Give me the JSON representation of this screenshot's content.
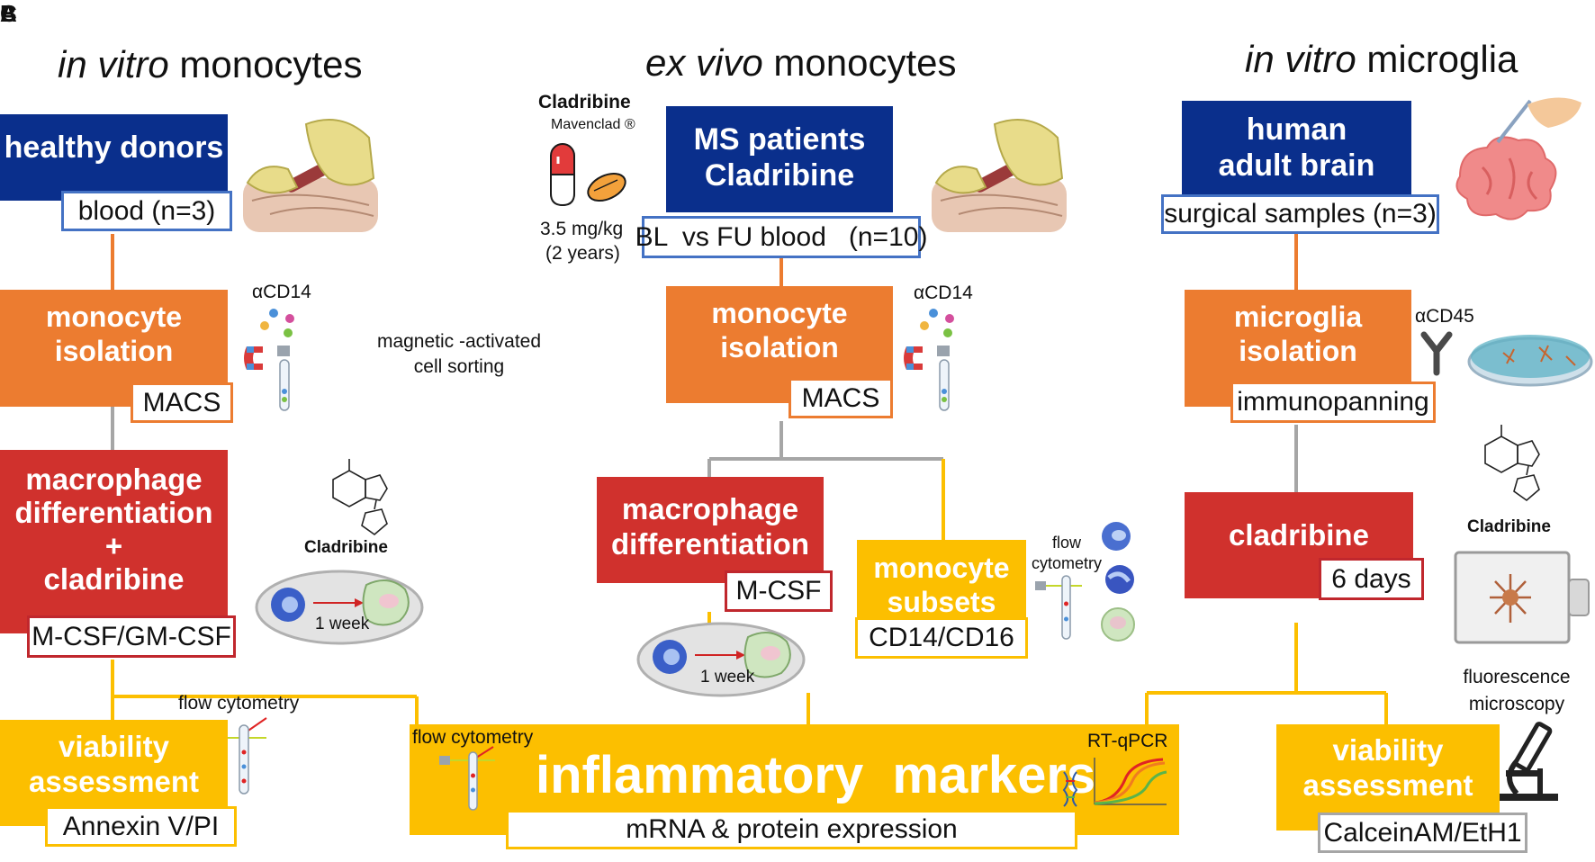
{
  "panel_letters": [
    "A",
    "B",
    "C"
  ],
  "panelA": {
    "title_italic": "in vitro",
    "title_rest": "monocytes",
    "source": "healthy donors",
    "source_tag": "blood (n=3)",
    "isolation": "monocyte isolation",
    "isolation_tag": "MACS",
    "antibody": "αCD14",
    "macs_note": "magnetic -activated cell sorting",
    "treatment_lines": [
      "macrophage",
      "differentiation",
      "+",
      "cladribine"
    ],
    "treatment_tag": "M-CSF/GM-CSF",
    "drug_label": "Cladribine",
    "duration": "1 week",
    "method": "flow cytometry",
    "readout": "viability assessment",
    "readout_tag": "Annexin V/PI"
  },
  "panelB": {
    "title_italic": "ex vivo",
    "title_rest": "monocytes",
    "drug_name": "Cladribine",
    "drug_brand": "Mavenclad ®",
    "dose": "3.5 mg/kg",
    "dose_period": "(2 years)",
    "source_lines": [
      "MS patients",
      "Cladribine"
    ],
    "source_tag": "BL  vs FU blood   (n=10)",
    "isolation": "monocyte isolation",
    "isolation_tag": "MACS",
    "antibody": "αCD14",
    "treatment_lines": [
      "macrophage",
      "differentiation"
    ],
    "treatment_tag": "M-CSF",
    "duration": "1 week",
    "subsets": "monocyte subsets",
    "subsets_tag": "CD14/CD16",
    "subsets_method": "flow cytometry"
  },
  "panelC": {
    "title_italic": "in vitro",
    "title_rest": "microglia",
    "source": "human adult brain",
    "source_tag": "surgical samples (n=3)",
    "isolation": "microglia isolation",
    "isolation_tag": "immunopanning",
    "antibody": "αCD45",
    "treatment": "cladribine",
    "treatment_tag": "6 days",
    "drug_label": "Cladribine",
    "method": "fluorescence microscopy",
    "readout": "viability assessment",
    "readout_tag": "CalceinAM/EtH1"
  },
  "shared": {
    "readout": "inflammatory  markers",
    "readout_tag": "mRNA & protein expression",
    "method_left": "flow cytometry",
    "method_right": "RT-qPCR"
  },
  "colors": {
    "blue": "#0a2f8c",
    "orange": "#ec7c30",
    "red": "#d0312d",
    "yellow": "#fcbf00",
    "gray_line": "#a6a6a6"
  },
  "icons": [
    "blood-draw-illustration-icon",
    "magnet-sorting-icon",
    "cladribine-molecule-icon",
    "petri-dish-differentiation-icon",
    "flow-cytometry-icon",
    "pill-capsule-icon",
    "cell-subset-icon",
    "brain-scalpel-icon",
    "antibody-icon",
    "culture-dish-icon",
    "culture-flask-icon",
    "microscope-icon",
    "qpcr-curves-icon"
  ]
}
